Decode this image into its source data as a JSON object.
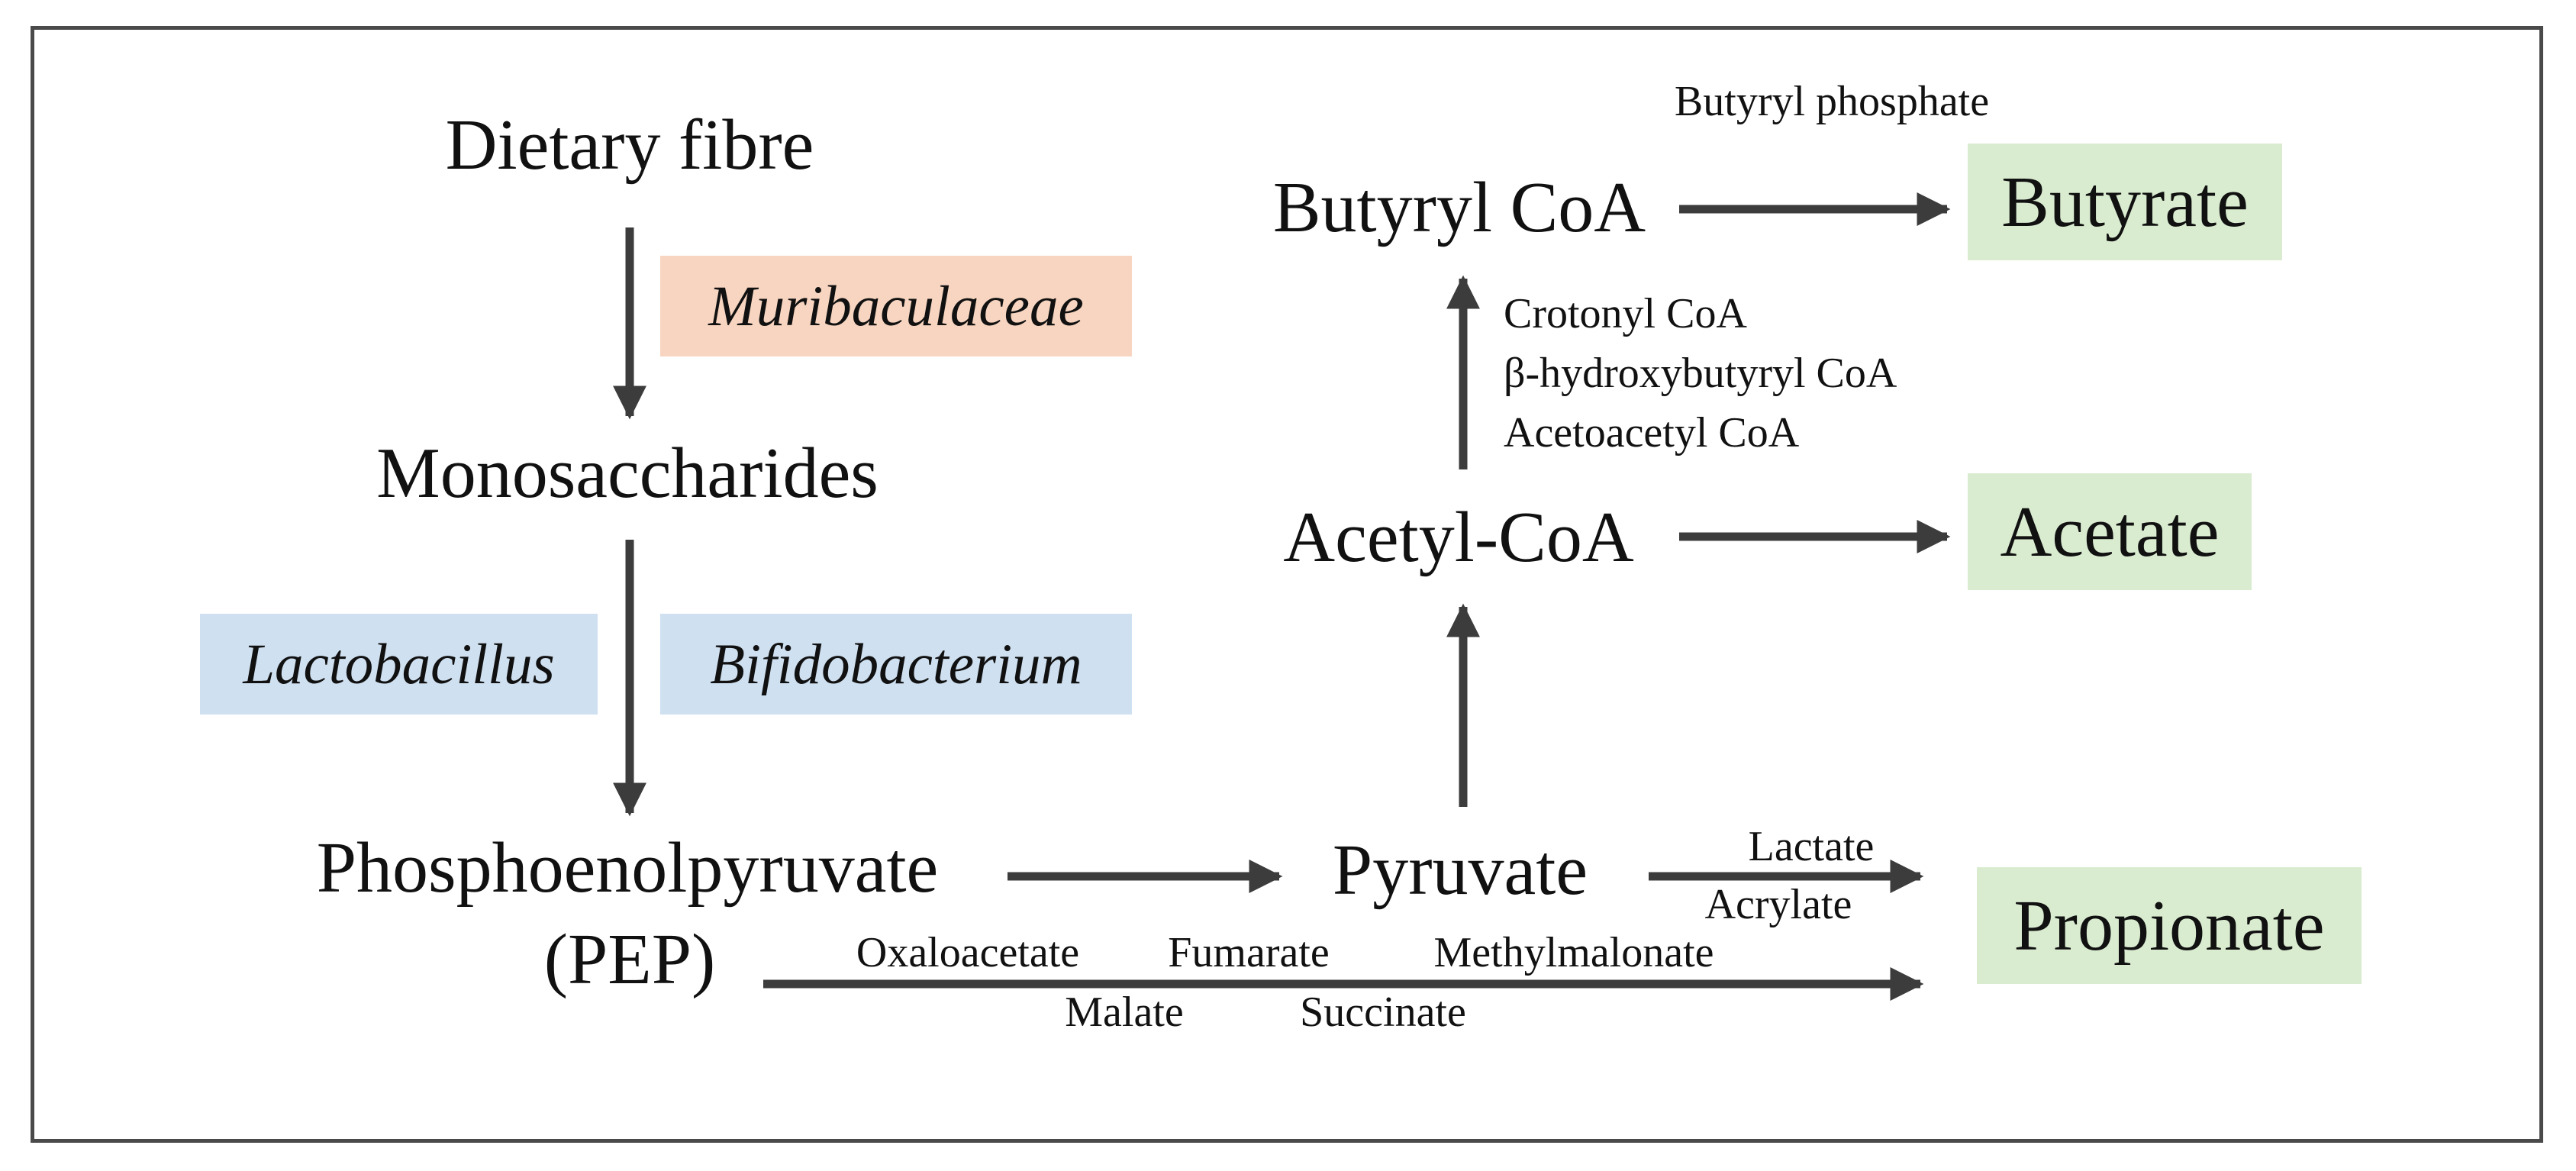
{
  "colors": {
    "frame": "#4a4a4a",
    "arrow": "#3c3c3c",
    "firmicutes_box": "#f7d5c0",
    "genus_box": "#cfe0f0",
    "product_box": "#d9ecd0"
  },
  "nodes": {
    "dietary_fibre": "Dietary fibre",
    "monosaccharides": "Monosaccharides",
    "pep_line1": "Phosphoenolpyruvate",
    "pep_line2": "(PEP)",
    "pyruvate": "Pyruvate",
    "acetyl_coa": "Acetyl-CoA",
    "butyryl_coa": "Butyryl CoA"
  },
  "bacteria": {
    "muribaculaceae": "Muribaculaceae",
    "lactobacillus": "Lactobacillus",
    "bifidobacterium": "Bifidobacterium"
  },
  "products": {
    "butyrate": "Butyrate",
    "acetate": "Acetate",
    "propionate": "Propionate"
  },
  "intermediates": {
    "butyryl_phosphate": "Butyryl phosphate",
    "crotonyl_coa": "Crotonyl CoA",
    "hydroxybutyryl_coa": "β-hydroxybutyryl CoA",
    "acetoacetyl_coa": "Acetoacetyl CoA",
    "lactate": "Lactate",
    "acrylate": "Acrylate",
    "oxaloacetate": "Oxaloacetate",
    "fumarate": "Fumarate",
    "methylmalonate": "Methylmalonate",
    "malate": "Malate",
    "succinate": "Succinate"
  }
}
